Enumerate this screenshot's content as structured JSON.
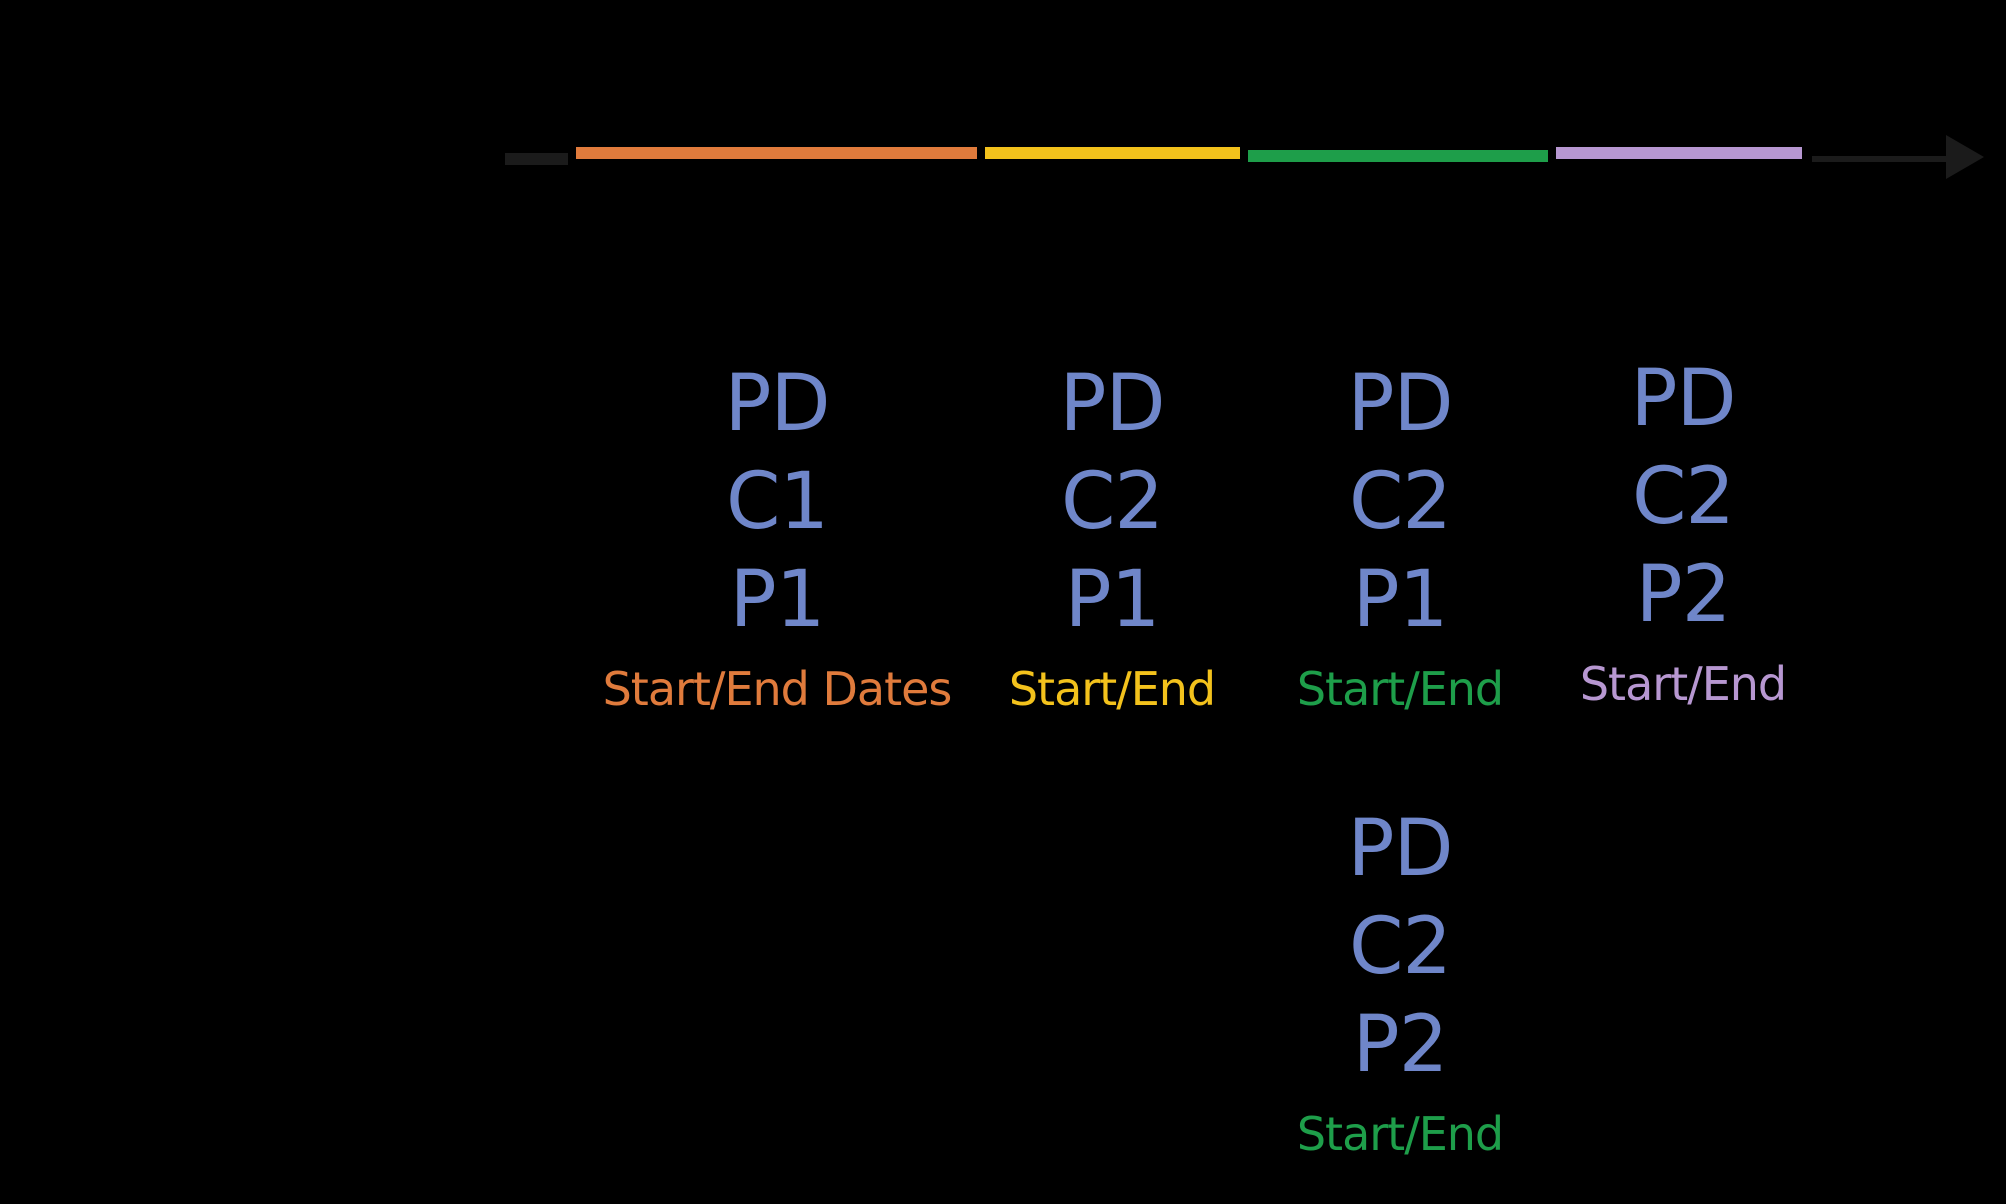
{
  "colors": {
    "background": "#000000",
    "axis": "#1b1b1b",
    "code_text": "#6f86c9",
    "orange": "#e07b3c",
    "yellow": "#f3c21c",
    "green": "#1e9e4a",
    "purple": "#b797d1"
  },
  "segments": [
    {
      "color": "#e07b3c"
    },
    {
      "color": "#f3c21c"
    },
    {
      "color": "#1e9e4a"
    },
    {
      "color": "#b797d1"
    }
  ],
  "columns": [
    {
      "pd": "PD",
      "c": "C1",
      "p": "P1",
      "label": "Start/End Dates",
      "color": "#e07b3c"
    },
    {
      "pd": "PD",
      "c": "C2",
      "p": "P1",
      "label": "Start/End",
      "color": "#f3c21c"
    },
    {
      "pd": "PD",
      "c": "C2",
      "p": "P1",
      "label": "Start/End",
      "color": "#1e9e4a"
    },
    {
      "pd": "PD",
      "c": "C2",
      "p": "P2",
      "label": "Start/End",
      "color": "#b797d1"
    },
    {
      "pd": "PD",
      "c": "C2",
      "p": "P2",
      "label": "Start/End",
      "color": "#1e9e4a"
    }
  ]
}
